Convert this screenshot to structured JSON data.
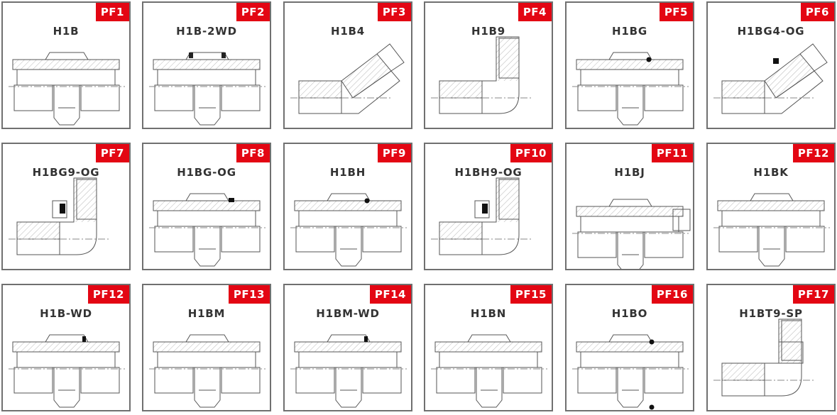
{
  "fittings": [
    {
      "code": "PF1",
      "name": "H1B",
      "shape": "straight"
    },
    {
      "code": "PF2",
      "name": "H1B-2WD",
      "shape": "straight-2wd"
    },
    {
      "code": "PF3",
      "name": "H1B4",
      "shape": "elbow45"
    },
    {
      "code": "PF4",
      "name": "H1B9",
      "shape": "elbow90"
    },
    {
      "code": "PF5",
      "name": "H1BG",
      "shape": "straight-dot"
    },
    {
      "code": "PF6",
      "name": "H1BG4-OG",
      "shape": "elbow45-og"
    },
    {
      "code": "PF7",
      "name": "H1BG9-OG",
      "shape": "elbow90-og"
    },
    {
      "code": "PF8",
      "name": "H1BG-OG",
      "shape": "straight-og"
    },
    {
      "code": "PF9",
      "name": "H1BH",
      "shape": "straight-dot"
    },
    {
      "code": "PF10",
      "name": "H1BH9-OG",
      "shape": "elbow90-og"
    },
    {
      "code": "PF11",
      "name": "H1BJ",
      "shape": "straight-long"
    },
    {
      "code": "PF12",
      "name": "H1BK",
      "shape": "straight-plain"
    },
    {
      "code": "PF12",
      "name": "H1B-WD",
      "shape": "straight-wd"
    },
    {
      "code": "PF13",
      "name": "H1BM",
      "shape": "straight-plain"
    },
    {
      "code": "PF14",
      "name": "H1BM-WD",
      "shape": "straight-wd"
    },
    {
      "code": "PF15",
      "name": "H1BN",
      "shape": "straight-plain"
    },
    {
      "code": "PF16",
      "name": "H1BO",
      "shape": "straight-twodots"
    },
    {
      "code": "PF17",
      "name": "H1BT9-SP",
      "shape": "elbow90-sp"
    }
  ]
}
